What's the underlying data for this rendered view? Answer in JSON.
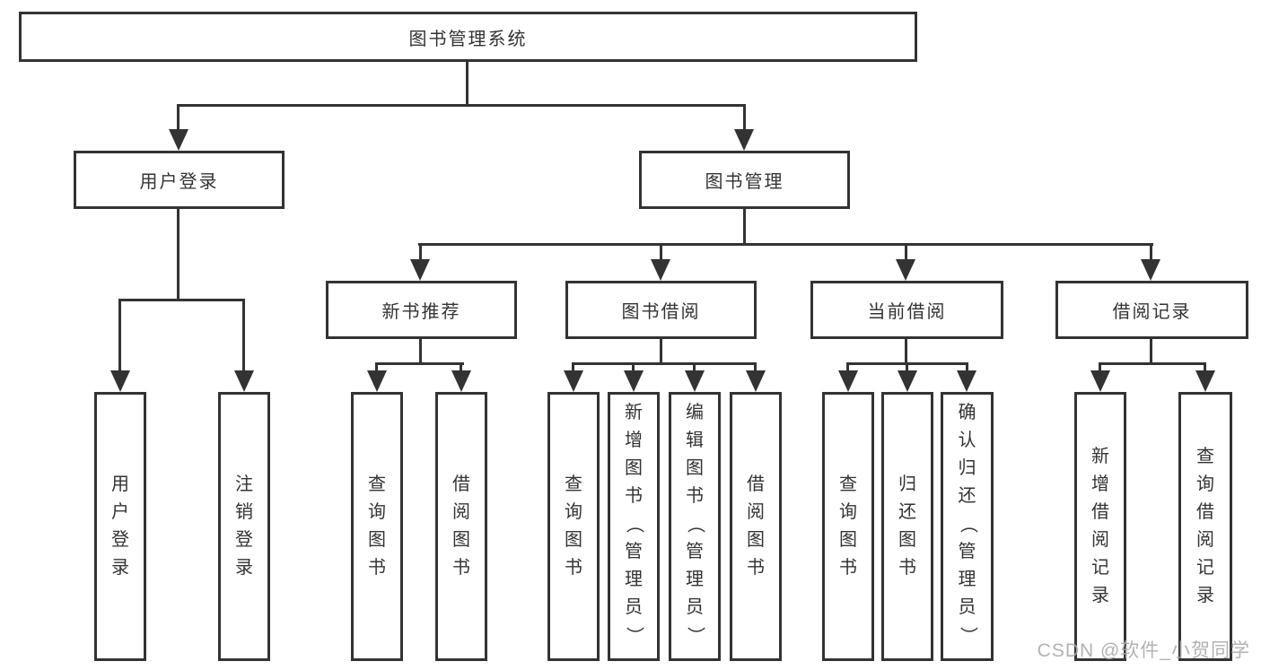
{
  "diagram": {
    "root": {
      "label": "图书管理系统"
    },
    "branches": [
      {
        "label": "用户登录",
        "children": [
          {
            "label": "用户登录"
          },
          {
            "label": "注销登录"
          }
        ]
      },
      {
        "label": "图书管理",
        "children": [
          {
            "label": "新书推荐",
            "children": [
              {
                "label": "查询图书"
              },
              {
                "label": "借阅图书"
              }
            ]
          },
          {
            "label": "图书借阅",
            "children": [
              {
                "label": "查询图书"
              },
              {
                "label": "新增图书（管理员）"
              },
              {
                "label": "编辑图书（管理员）"
              },
              {
                "label": "借阅图书"
              }
            ]
          },
          {
            "label": "当前借阅",
            "children": [
              {
                "label": "查询图书"
              },
              {
                "label": "归还图书"
              },
              {
                "label": "确认归还（管理员）"
              }
            ]
          },
          {
            "label": "借阅记录",
            "children": [
              {
                "label": "新增借阅记录"
              },
              {
                "label": "查询借阅记录"
              }
            ]
          }
        ]
      }
    ]
  },
  "watermark": {
    "text": "CSDN @软件_小贺同学"
  },
  "colors": {
    "line": "#333333",
    "box_border": "#333333",
    "box_background": "#ffffff",
    "text": "#333333",
    "watermark": "#aaaaaa"
  }
}
